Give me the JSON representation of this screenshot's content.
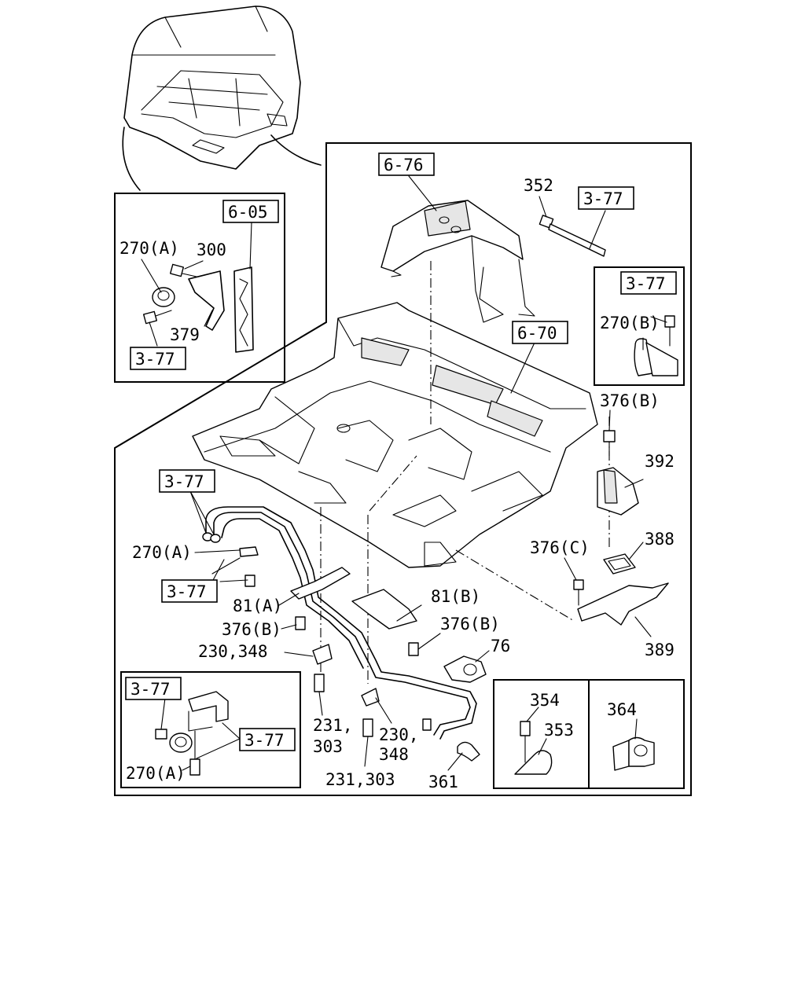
{
  "refs": {
    "r_6_76": "6-76",
    "r_6_05": "6-05",
    "r_6_70": "6-70",
    "r_3_77_top": "3-77",
    "r_3_77_inset_right": "3-77",
    "r_3_77_inset_left": "3-77",
    "r_3_77_pipe": "3-77",
    "r_3_77_clip": "3-77",
    "r_3_77_bl_a": "3-77",
    "r_3_77_bl_b": "3-77"
  },
  "labels": {
    "l_352": "352",
    "l_270a_inset": "270(A)",
    "l_300": "300",
    "l_379": "379",
    "l_270b": "270(B)",
    "l_376b_top": "376(B)",
    "l_392": "392",
    "l_388": "388",
    "l_376c": "376(C)",
    "l_389": "389",
    "l_270a_pipe": "270(A)",
    "l_81a": "81(A)",
    "l_81b": "81(B)",
    "l_376b_left": "376(B)",
    "l_376b_mid": "376(B)",
    "l_76": "76",
    "l_230_348_a": "230,348",
    "l_231_a1": "231,",
    "l_303_a": "303",
    "l_230_b1": "230,",
    "l_348_b": "348",
    "l_231_303_b": "231,303",
    "l_361": "361",
    "l_354": "354",
    "l_353": "353",
    "l_364": "364",
    "l_270a_bl": "270(A)"
  }
}
